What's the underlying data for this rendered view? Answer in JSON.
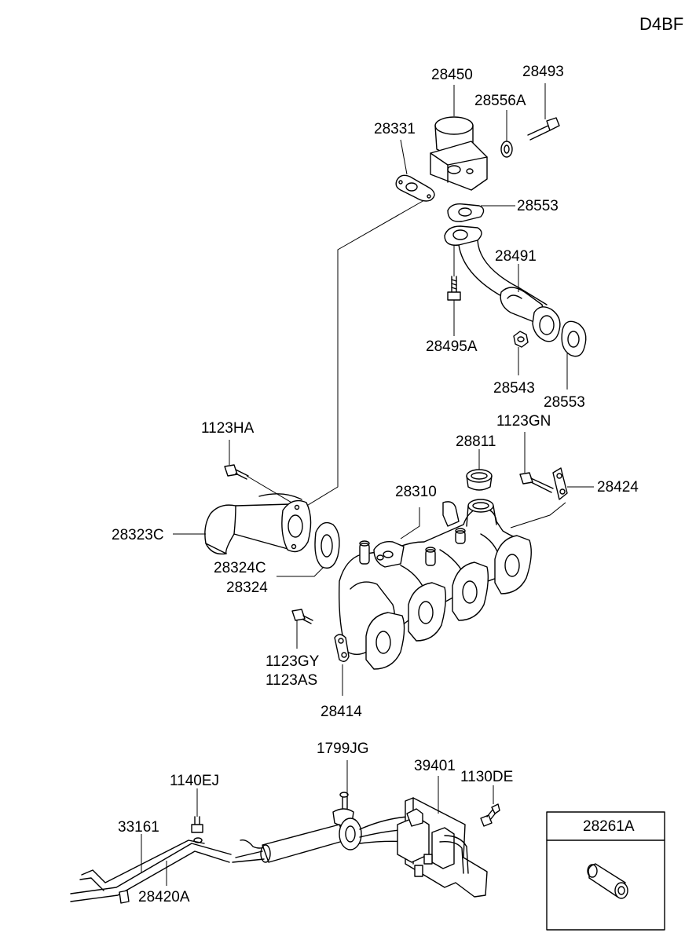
{
  "engine_code": "D4BF",
  "labels": {
    "p28450": "28450",
    "p28493": "28493",
    "p28556A": "28556A",
    "p28331": "28331",
    "p28553a": "28553",
    "p28491": "28491",
    "p28495A": "28495A",
    "p28543": "28543",
    "p28553b": "28553",
    "p1123HA": "1123HA",
    "p1123GN": "1123GN",
    "p28811": "28811",
    "p28424": "28424",
    "p28310": "28310",
    "p28323C": "28323C",
    "p28324C": "28324C",
    "p28324": "28324",
    "p1123GY": "1123GY",
    "p1123AS": "1123AS",
    "p28414": "28414",
    "p1799JG": "1799JG",
    "p39401": "39401",
    "p1130DE": "1130DE",
    "p1140EJ": "1140EJ",
    "p33161": "33161",
    "p28420A": "28420A",
    "p28261A": "28261A"
  }
}
